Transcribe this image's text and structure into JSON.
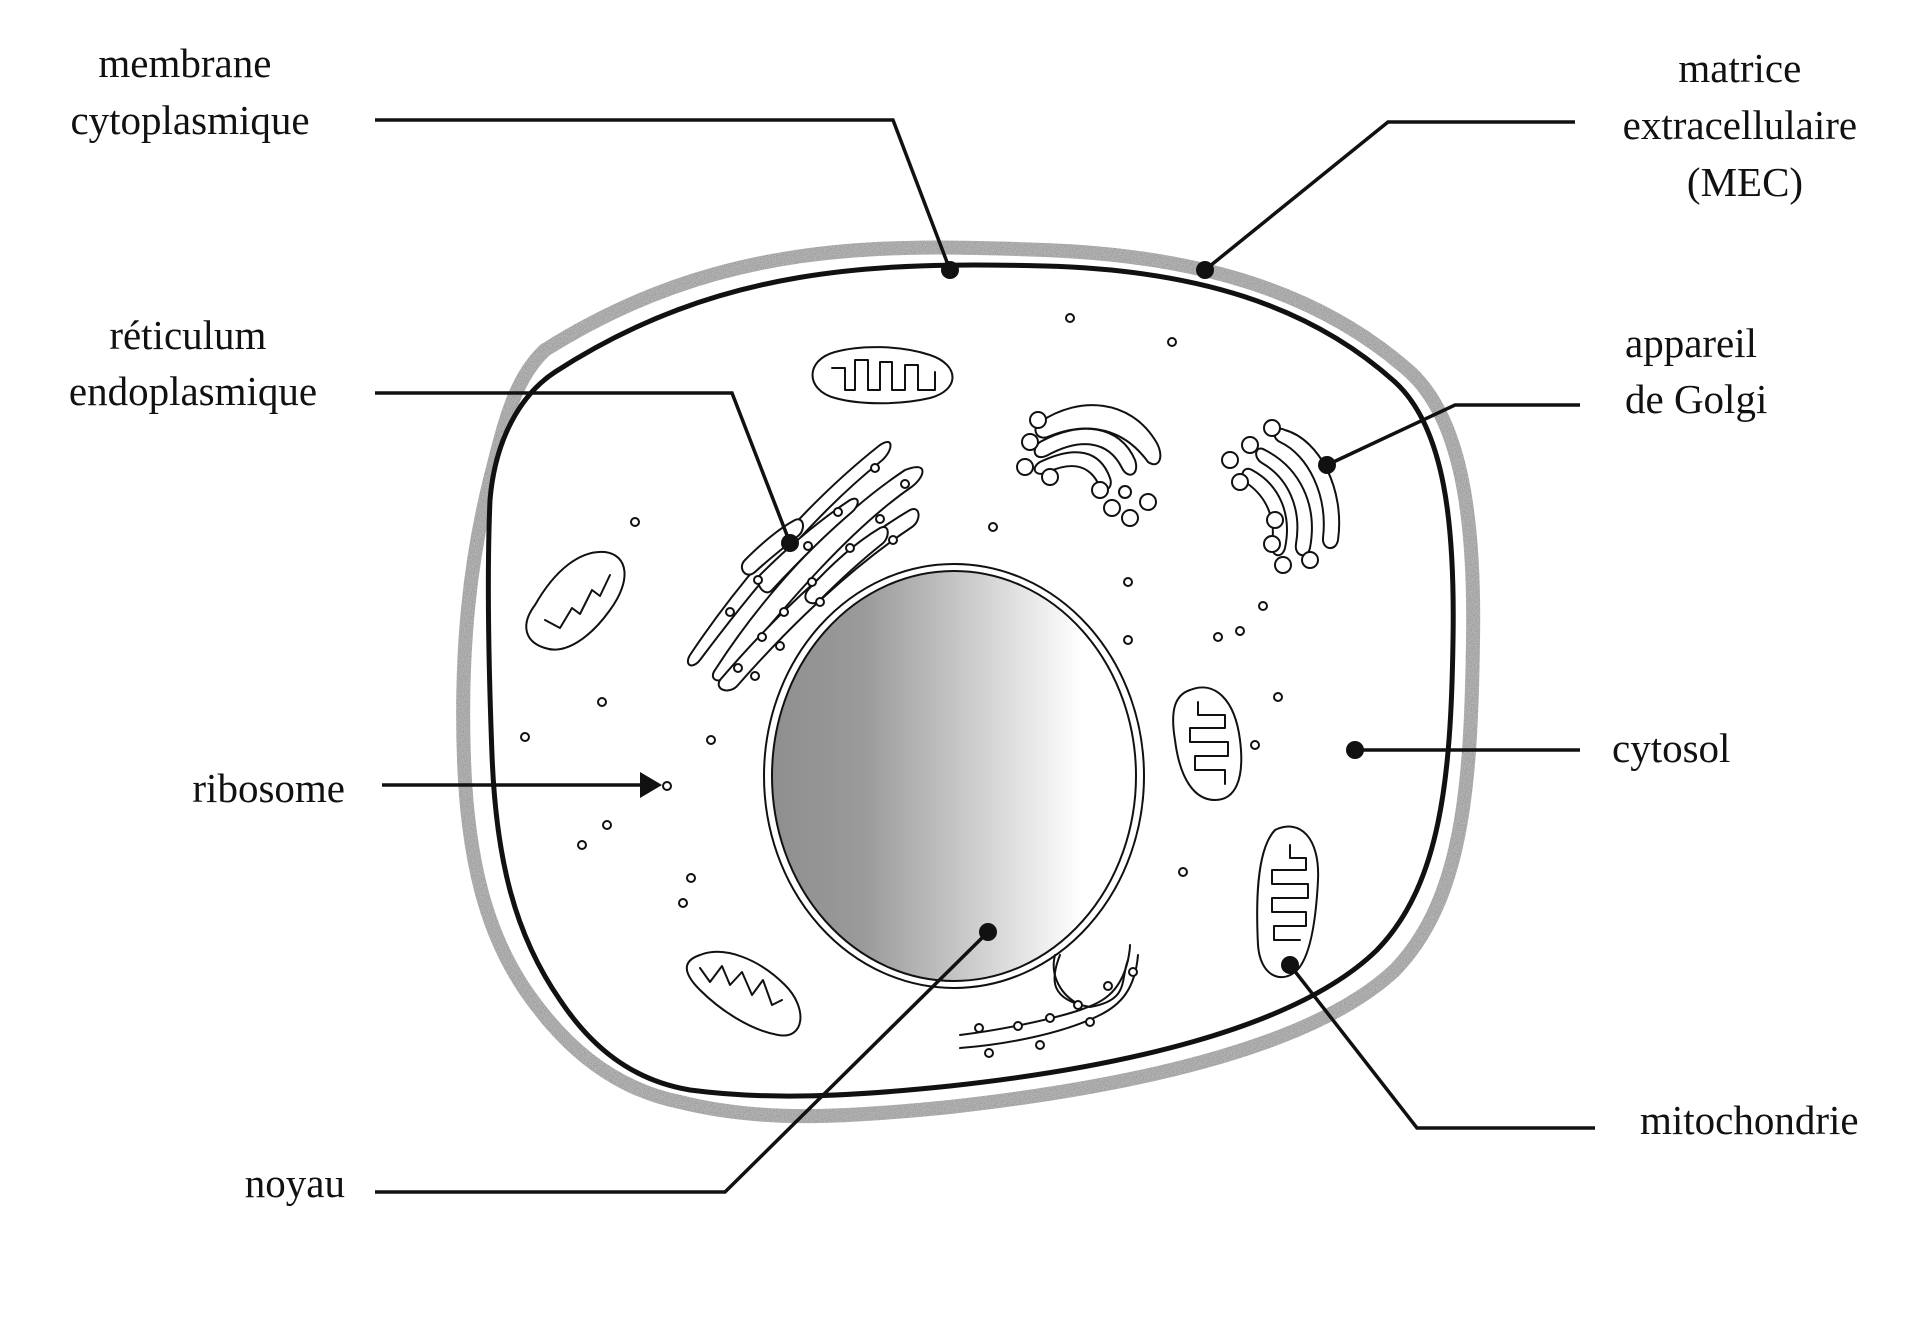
{
  "diagram": {
    "labels": {
      "membrane": [
        "membrane",
        "cytoplasmique"
      ],
      "matrix": [
        "matrice",
        "extracellulaire",
        "(MEC)"
      ],
      "reticulum": [
        "réticulum",
        "endoplasmique"
      ],
      "golgi": [
        "appareil",
        "de Golgi"
      ],
      "ribosome": "ribosome",
      "cytosol": "cytosol",
      "mitochondria": "mitochondrie",
      "nucleus": "noyau"
    },
    "colors": {
      "ink": "#111111",
      "matrix_gray": "#c2c2c2",
      "nucleus_dark": "#8f8f8f",
      "nucleus_light": "#ffffff"
    }
  }
}
